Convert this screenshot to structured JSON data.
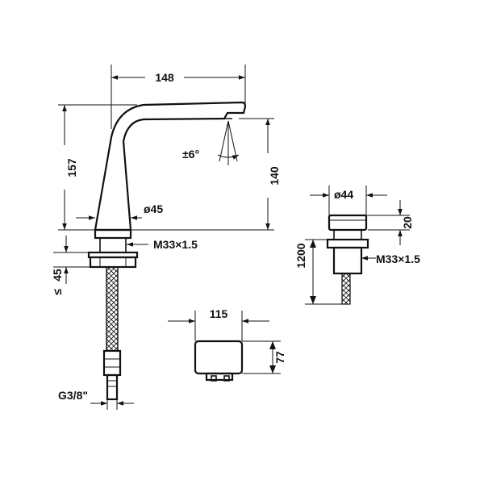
{
  "drawing": {
    "faucet": {
      "spout_reach": "148",
      "height_total": "157",
      "height_outlet": "140",
      "swivel_angle": "±6°",
      "base_diameter": "ø45",
      "thread": "M33×1.5",
      "max_deck_thickness": "45",
      "max_symbol": "≤",
      "hose_connection": "G3/8\""
    },
    "lever": {
      "diameter": "ø44",
      "height": "20",
      "cable_length": "1200",
      "thread": "M33×1.5"
    },
    "control_box": {
      "width": "115",
      "height": "77"
    }
  }
}
